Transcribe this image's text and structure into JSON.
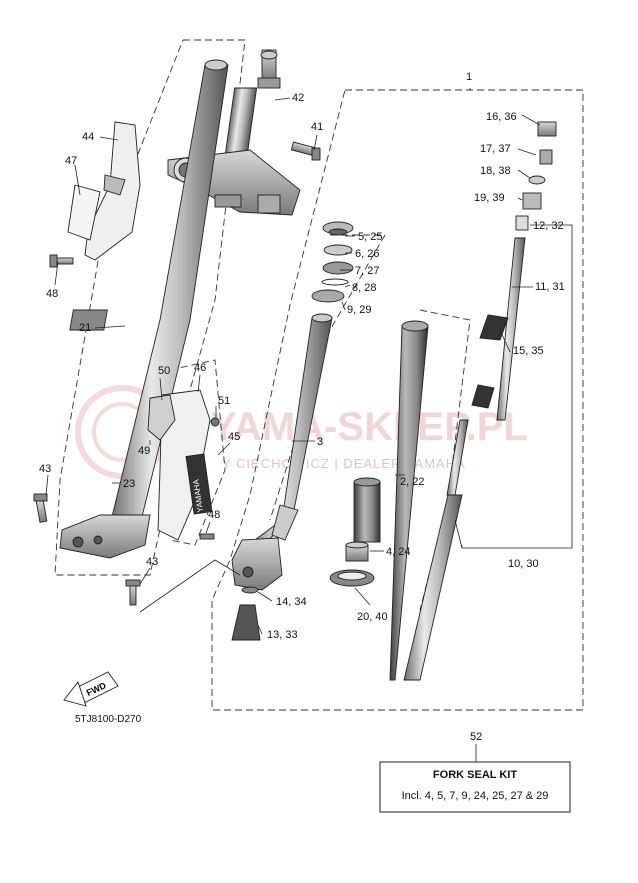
{
  "diagram_code": "5TJ8100-D270",
  "fwd_label": "FWD",
  "watermark": {
    "main": "YAMA-SKLEP.PL",
    "sub": "Y CIECHOWICZ | DEALER YAMAHA"
  },
  "brand_decal": "YAMAHA",
  "kit": {
    "ref": "52",
    "title": "FORK SEAL KIT",
    "includes": "Incl. 4, 5, 7, 9, 24, 25, 27 & 29"
  },
  "callouts": {
    "c1": "1",
    "c16_36": "16, 36",
    "c17_37": "17, 37",
    "c18_38": "18, 38",
    "c19_39": "19, 39",
    "c12_32": "12, 32",
    "c11_31": "11, 31",
    "c15_35": "15, 35",
    "c10_30": "10, 30",
    "c42": "42",
    "c41": "41",
    "c44": "44",
    "c47": "47",
    "c48a": "48",
    "c21": "21",
    "c5_25": "5, 25",
    "c6_26": "6, 26",
    "c7_27": "7, 27",
    "c8_28": "8, 28",
    "c9_29": "9, 29",
    "c50": "50",
    "c46": "46",
    "c51": "51",
    "c49": "49",
    "c45": "45",
    "c3": "3",
    "c2_22": "2, 22",
    "c43a": "43",
    "c23": "23",
    "c48b": "48",
    "c4_24": "4, 24",
    "c43b": "43",
    "c14_34": "14, 34",
    "c20_40": "20, 40",
    "c13_33": "13, 33"
  }
}
